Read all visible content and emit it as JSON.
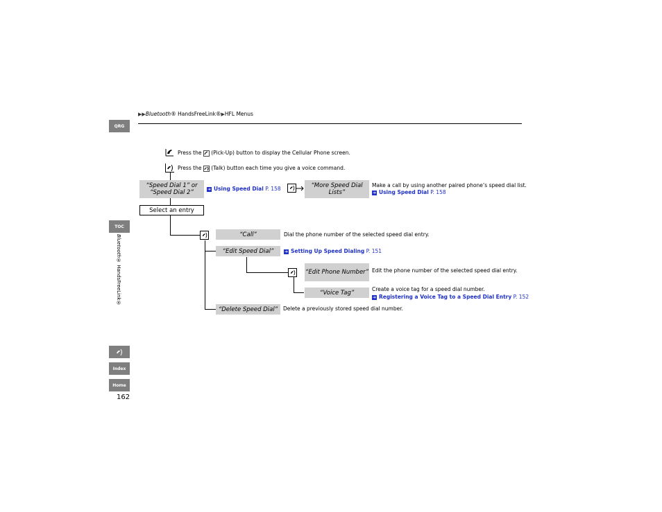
{
  "breadcrumb": {
    "part1": "Bluetooth",
    "part2": "® HandsFreeLink®",
    "part3": "HFL Menus"
  },
  "sidebar": {
    "qrg": "QRG",
    "toc": "TOC",
    "vertical_title_italic": "Bluetooth",
    "vertical_title_rest": "® HandsFreeLink®",
    "index": "Index",
    "home": "Home"
  },
  "page_number": "162",
  "steps": {
    "pickup_prefix": "Press the",
    "pickup_suffix": "(Pick-Up) button to display the Cellular Phone screen.",
    "talk_prefix": "Press the",
    "talk_suffix": "(Talk) button each time you give a voice command."
  },
  "commands": {
    "speed_dial": "“Speed Dial 1” or “Speed Dial 2”",
    "select_entry": "Select an entry",
    "more_lists": "“More Speed Dial Lists”",
    "call": "“Call”",
    "edit_speed_dial": "“Edit Speed Dial”",
    "edit_phone_number": "“Edit Phone Number”",
    "voice_tag": "“Voice Tag”",
    "delete_speed_dial": "“Delete Speed Dial”"
  },
  "refs": {
    "using_speed_dial_label": "Using Speed Dial",
    "using_speed_dial_page": "P. 158",
    "setting_up_label": "Setting Up Speed Dialing",
    "setting_up_page": "P. 151",
    "registering_label": "Registering a Voice Tag to a Speed Dial Entry",
    "registering_page": "P. 152"
  },
  "descriptions": {
    "more_lists": "Make a call by using another paired phone’s speed dial list.",
    "call": "Dial the phone number of the selected speed dial entry.",
    "edit_phone_number": "Edit the phone number of the selected speed dial entry.",
    "voice_tag": "Create a voice tag for a speed dial number.",
    "delete": "Delete a previously stored speed dial number."
  },
  "icons": [
    "pickup-icon",
    "talk-icon",
    "arrow-icon"
  ],
  "colors": {
    "link": "#1f31c8",
    "command_bg": "#d0d0d0",
    "tab_bg": "#7f7f7f"
  }
}
